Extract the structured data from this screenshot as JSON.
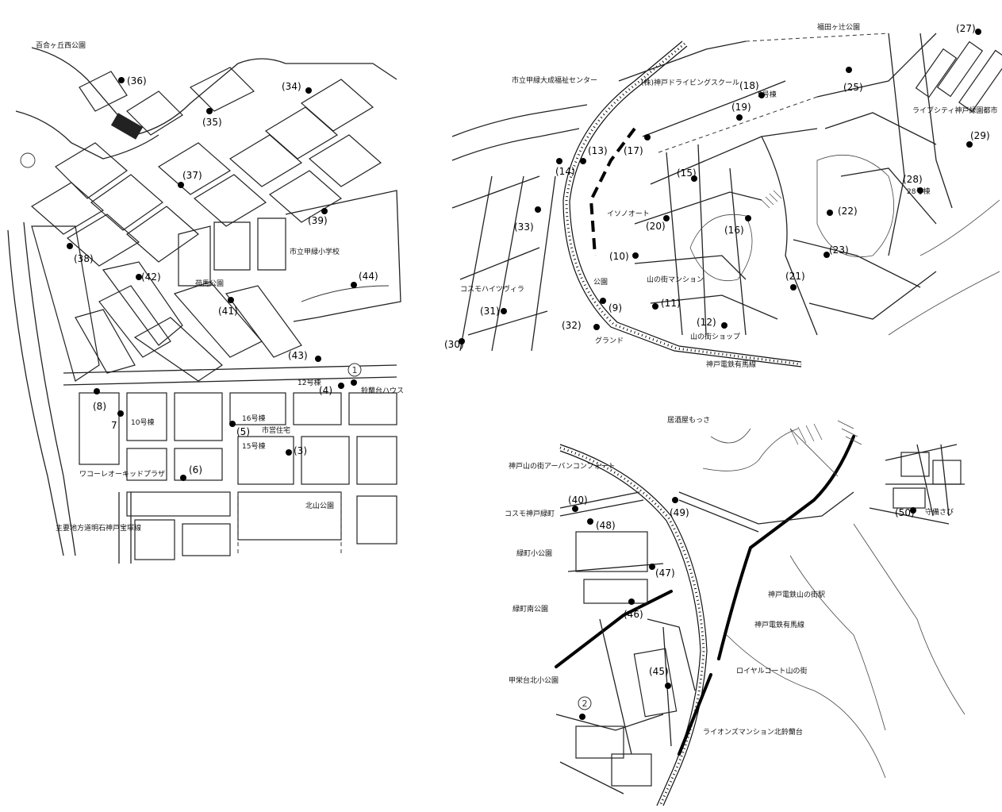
{
  "left_map": {
    "places": {
      "yurigaoka": "百合ヶ丘西公園",
      "kosha": "市立甲緑小学校",
      "park41": "荷馬公園",
      "kitayama": "北山公園",
      "plaza": "ワコーレオーキッドプラザ",
      "house": "鈴蘭台ハウス",
      "road": "主要地方道明石神戸宝塚線",
      "b10": "10号棟",
      "b16": "16号棟",
      "b15": "15号棟",
      "b12": "12号棟",
      "residence": "市営住宅"
    },
    "markers": [
      {
        "id": "m36",
        "label": "(36)"
      },
      {
        "id": "m35",
        "label": "(35)"
      },
      {
        "id": "m34",
        "label": "(34)"
      },
      {
        "id": "m37",
        "label": "(37)"
      },
      {
        "id": "m39",
        "label": "(39)"
      },
      {
        "id": "m38",
        "label": "(38)"
      },
      {
        "id": "m42",
        "label": "(42)"
      },
      {
        "id": "m44",
        "label": "(44)"
      },
      {
        "id": "m41",
        "label": "(41)"
      },
      {
        "id": "m43",
        "label": "(43)"
      },
      {
        "id": "m4",
        "label": "(4)"
      },
      {
        "id": "m5",
        "label": "(5)"
      },
      {
        "id": "m3",
        "label": "(3)"
      },
      {
        "id": "m8",
        "label": "(8)"
      },
      {
        "id": "m7",
        "label": "7"
      },
      {
        "id": "m6",
        "label": "(6)"
      },
      {
        "id": "m1",
        "label": "1"
      }
    ]
  },
  "right_map": {
    "places": {
      "center": "市立甲緑大成福祉センター",
      "driving": "(株)神戸ドライビングスクール",
      "park_top": "福田ヶ辻公園",
      "lifecity": "ライブシティ神戸緑園都市",
      "iso": "イソノオート",
      "park9": "公園",
      "mansion": "山の街マンション",
      "cosmo": "コスモハイツヴィラ",
      "grand": "グランド",
      "b28": "28号棟",
      "b5": "5号棟",
      "shop": "山の街ショップ",
      "line": "神戸電鉄有馬線"
    },
    "markers": [
      {
        "id": "m27",
        "label": "(27)"
      },
      {
        "id": "m25",
        "label": "(25)"
      },
      {
        "id": "m18",
        "label": "(18)"
      },
      {
        "id": "m19",
        "label": "(19)"
      },
      {
        "id": "m29",
        "label": "(29)"
      },
      {
        "id": "m13",
        "label": "(13)"
      },
      {
        "id": "m17",
        "label": "(17)"
      },
      {
        "id": "m14",
        "label": "(14)"
      },
      {
        "id": "m15",
        "label": "(15)"
      },
      {
        "id": "m28",
        "label": "(28)"
      },
      {
        "id": "m22",
        "label": "(22)"
      },
      {
        "id": "m20",
        "label": "(20)"
      },
      {
        "id": "m16",
        "label": "(16)"
      },
      {
        "id": "m33",
        "label": "(33)"
      },
      {
        "id": "m23",
        "label": "(23)"
      },
      {
        "id": "m10",
        "label": "(10)"
      },
      {
        "id": "m21",
        "label": "(21)"
      },
      {
        "id": "m9",
        "label": "(9)"
      },
      {
        "id": "m11",
        "label": "(11)"
      },
      {
        "id": "m31",
        "label": "(31)"
      },
      {
        "id": "m12",
        "label": "(12)"
      },
      {
        "id": "m32",
        "label": "(32)"
      },
      {
        "id": "m30",
        "label": "(30)"
      }
    ]
  },
  "bottom_map": {
    "places": {
      "izakaya": "居酒屋もっさ",
      "urban": "神戸山の街アーバンコンフォート",
      "cosmo": "コスモ神戸緑町",
      "midori_park": "緑町小公園",
      "midori_s": "緑町南公園",
      "koshien": "甲栄台北小公園",
      "station": "神戸電鉄山の街駅",
      "line": "神戸電鉄有馬線",
      "royal": "ロイヤルコート山の街",
      "lions": "ライオンズマンション北鈴蘭台",
      "yaoya": "守備さび"
    },
    "markers": [
      {
        "id": "m40",
        "label": "(40)"
      },
      {
        "id": "m49",
        "label": "(49)"
      },
      {
        "id": "m50",
        "label": "(50)"
      },
      {
        "id": "m48",
        "label": "(48)"
      },
      {
        "id": "m47",
        "label": "(47)"
      },
      {
        "id": "m46",
        "label": "(46)"
      },
      {
        "id": "m45",
        "label": "(45)"
      },
      {
        "id": "m2",
        "label": "2"
      }
    ]
  }
}
